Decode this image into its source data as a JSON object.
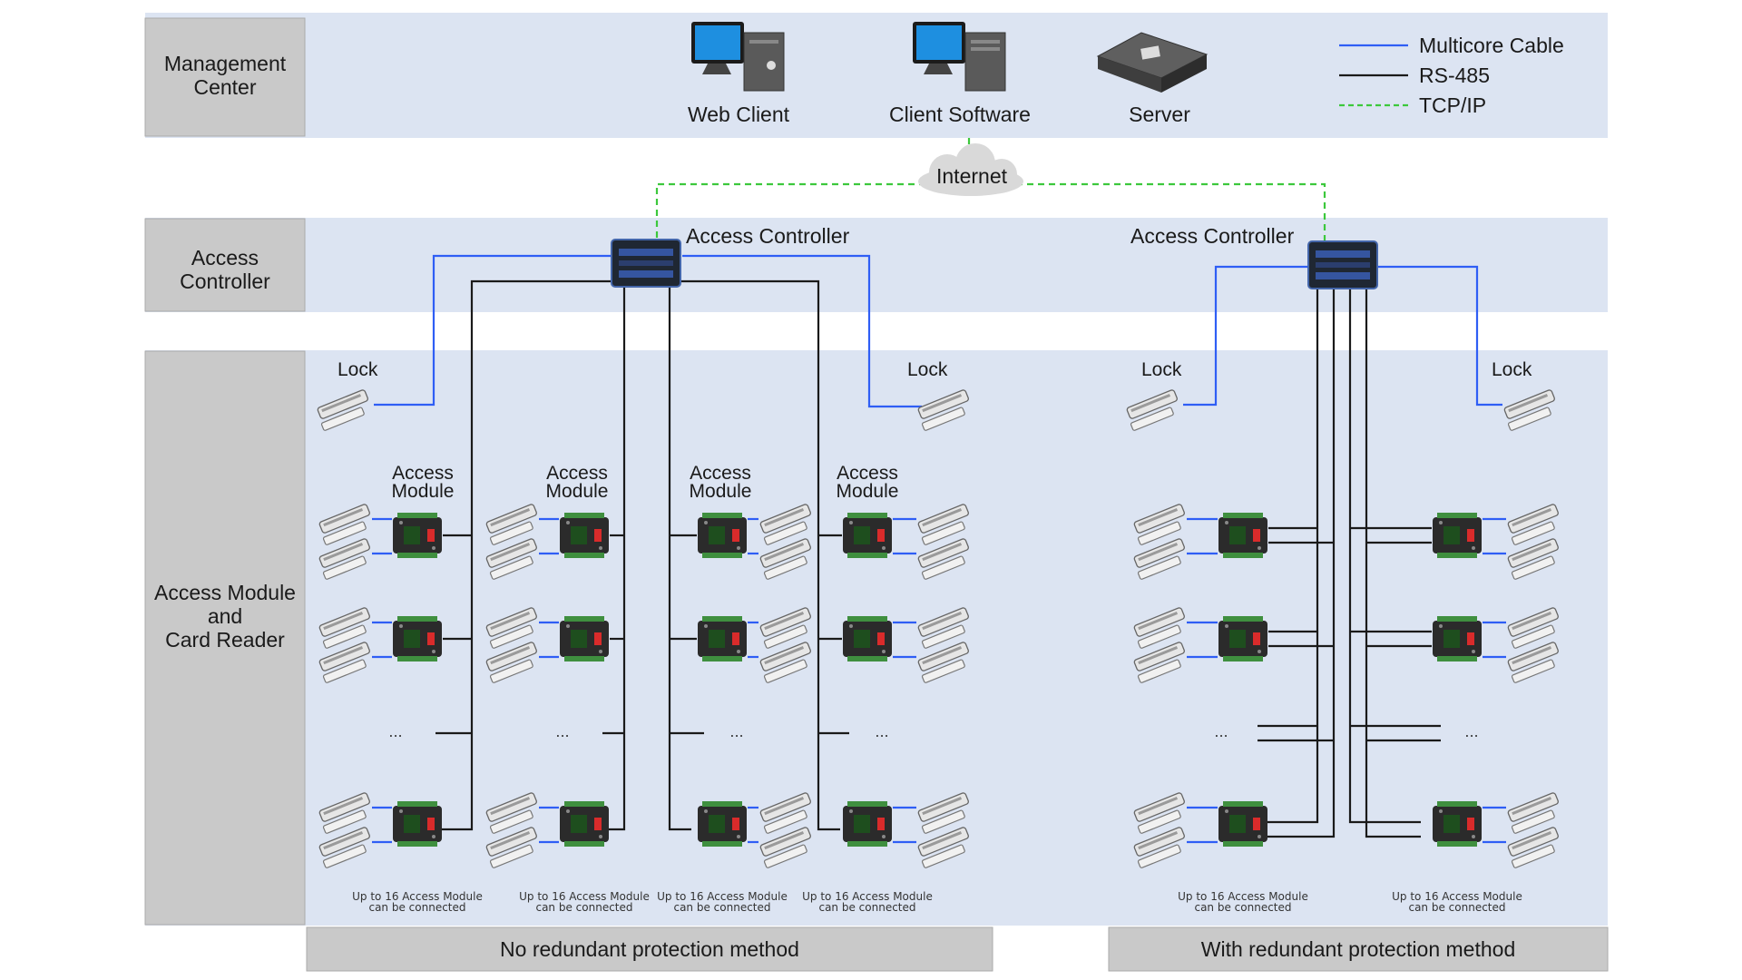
{
  "colors": {
    "band": "#dce4f2",
    "side_box": "#c9c9c9",
    "footer_box": "#c9c9c9",
    "multicore": "#2f5ef5",
    "rs485": "#1a1a1a",
    "tcpip": "#3cc83c",
    "cloud": "#d9d9d9"
  },
  "side_labels": {
    "management_center": [
      "Management",
      "Center"
    ],
    "access_controller": [
      "Access",
      "Controller"
    ],
    "module_reader": [
      "Access Module",
      "and",
      "Card Reader"
    ]
  },
  "devices": {
    "web_client": "Web Client",
    "client_software": "Client Software",
    "server": "Server",
    "internet": "Internet"
  },
  "legend": {
    "multicore": "Multicore Cable",
    "rs485": "RS-485",
    "tcpip": "TCP/IP"
  },
  "controller_label": "Access Controller",
  "lock_label": "Lock",
  "module_label": [
    "Access",
    "Module"
  ],
  "ellipsis": "...",
  "capacity_note": [
    "Up to 16 Access Module",
    "can be connected"
  ],
  "footers": {
    "no_redundant": "No redundant protection method",
    "with_redundant": "With redundant protection method"
  }
}
